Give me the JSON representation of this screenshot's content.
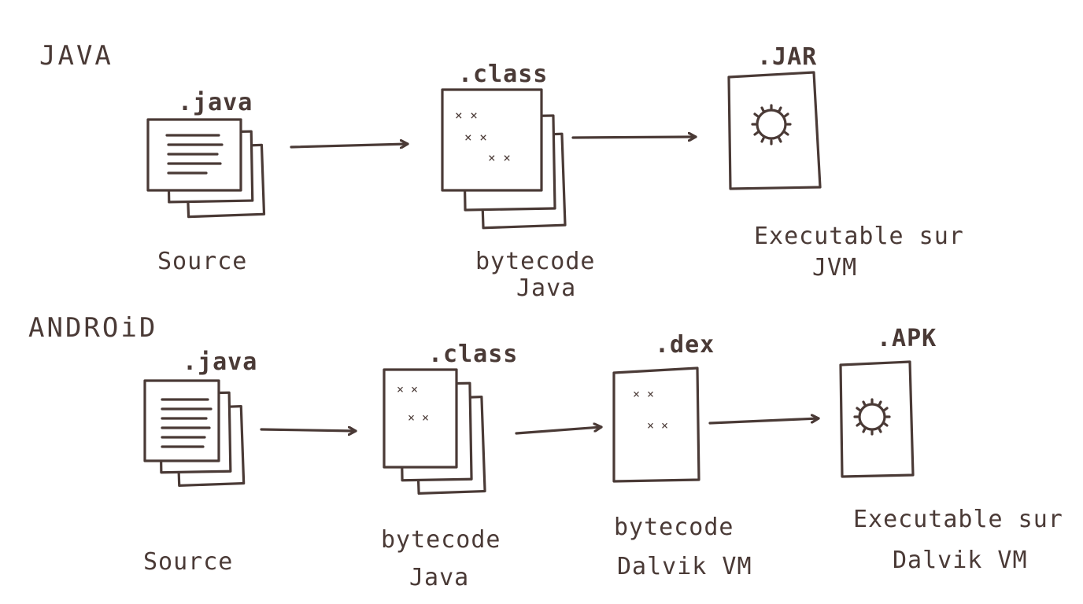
{
  "java_section": {
    "title": "JAVA",
    "source": {
      "ext": ".java",
      "label": "Source"
    },
    "class": {
      "ext": ".class",
      "label_l1": "bytecode",
      "label_l2": "Java"
    },
    "jar": {
      "ext": ".JAR",
      "label_l1": "Executable sur",
      "label_l2": "JVM"
    }
  },
  "android_section": {
    "title": "ANDROiD",
    "source": {
      "ext": ".java",
      "label": "Source"
    },
    "class": {
      "ext": ".class",
      "label_l1": "bytecode",
      "label_l2": "Java"
    },
    "dex": {
      "ext": ".dex",
      "label_l1": "bytecode",
      "label_l2": "Dalvik VM"
    },
    "apk": {
      "ext": ".APK",
      "label_l1": "Executable sur",
      "label_l2": "Dalvik VM"
    }
  },
  "glyphs": {
    "mark": "× ×"
  },
  "icons": {
    "source_doc": "stacked-pages-with-lines",
    "bytecode_doc": "stacked-pages-with-marks",
    "archive": "package-with-gear"
  },
  "colors": {
    "ink": "#4a3a36",
    "paper": "#ffffff"
  }
}
